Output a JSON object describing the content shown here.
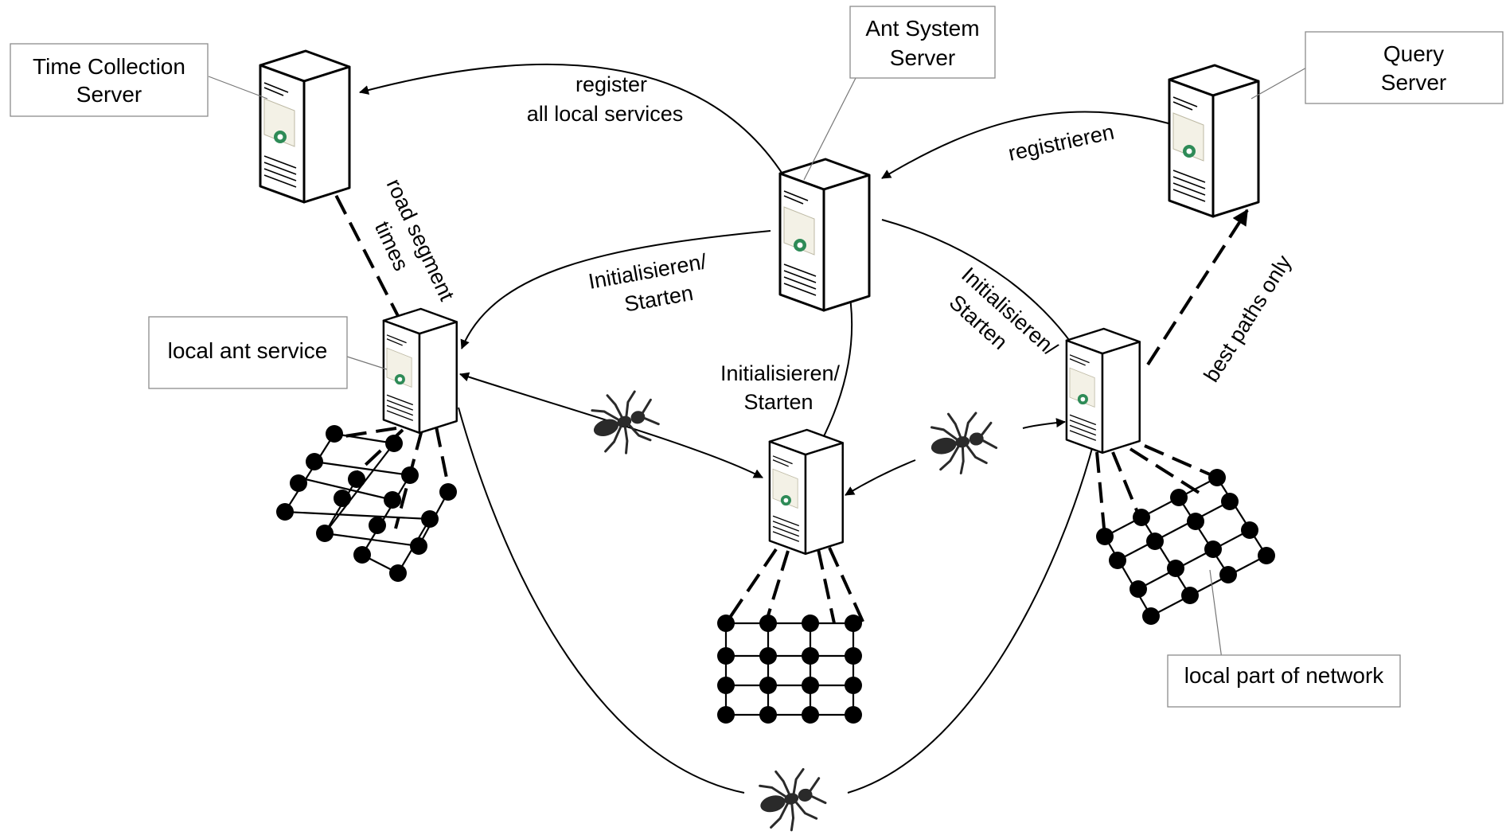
{
  "callouts": {
    "time_collection_server": [
      "Time Collection",
      "Server"
    ],
    "ant_system_server": [
      "Ant System",
      "Server"
    ],
    "query_server": [
      "Query",
      "Server"
    ],
    "local_ant_service": [
      "local ant service"
    ],
    "local_part_of_network": [
      "local part of network"
    ]
  },
  "edge_labels": {
    "register": [
      "register",
      "all local services"
    ],
    "registrieren": [
      "registrieren"
    ],
    "init_left": [
      "Initialisieren/",
      "Starten"
    ],
    "init_center": [
      "Initialisieren/",
      "Starten"
    ],
    "init_right": [
      "Initialisieren/",
      "Starten"
    ],
    "road_segment_times": [
      "road segment",
      "times"
    ],
    "best_paths_only": [
      "best paths only"
    ]
  },
  "icons": {
    "server": "server-tower-icon",
    "ant": "ant-icon",
    "network": "road-network-grid-icon"
  },
  "colors": {
    "server_logo": "#2e8b57",
    "line": "#000000",
    "callout_border": "#8c8c8c"
  }
}
